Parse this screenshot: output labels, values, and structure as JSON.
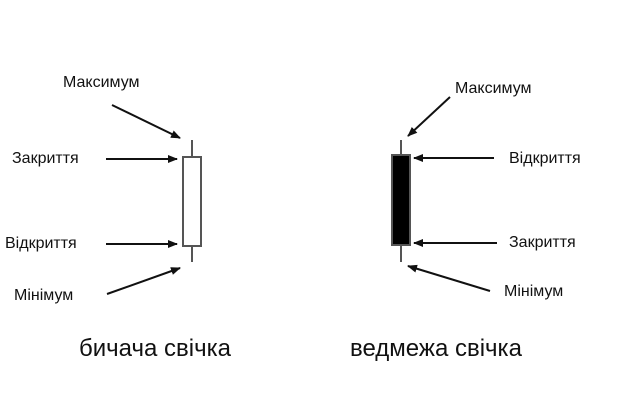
{
  "bullish": {
    "high": "Максимум",
    "close": "Закриття",
    "open": "Відкриття",
    "low": "Мінімум",
    "caption": "бичача свічка",
    "body_color": "#ffffff"
  },
  "bearish": {
    "high": "Максимум",
    "open": "Відкриття",
    "close": "Закриття",
    "low": "Мінімум",
    "caption": "ведмежа свічка",
    "body_color": "#000000"
  },
  "colors": {
    "stroke": "#555555",
    "arrow": "#111111"
  }
}
